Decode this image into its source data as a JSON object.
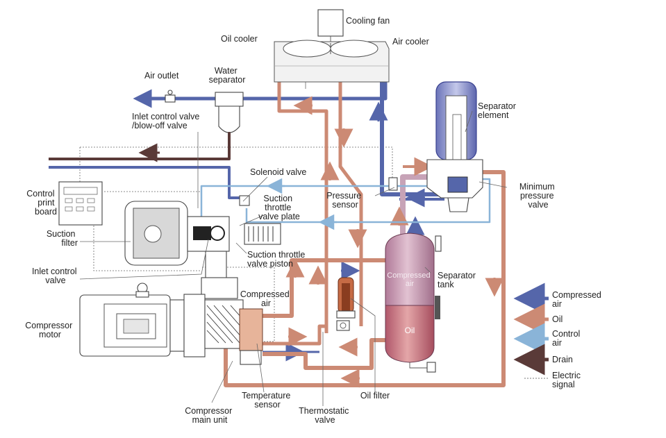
{
  "colors": {
    "compressed_air": "#5566aa",
    "oil": "#cc8a74",
    "control_air": "#8ab4d8",
    "drain": "#5a3a38",
    "electric": "#777777"
  },
  "labels": {
    "cooling_fan": "Cooling fan",
    "oil_cooler": "Oil cooler",
    "air_cooler": "Air cooler",
    "air_outlet": "Air outlet",
    "water_separator": [
      "Water",
      "separator"
    ],
    "inlet_control_blowoff": [
      "Inlet control valve",
      "/blow-off valve"
    ],
    "separator_element": [
      "Separator",
      "element"
    ],
    "solenoid_valve": "Solenoid valve",
    "control_print_board": [
      "Control",
      "print",
      "board"
    ],
    "suction_throttle_plate": [
      "Suction",
      "throttle",
      "valve plate"
    ],
    "pressure_sensor": [
      "Pressure",
      "sensor"
    ],
    "minimum_pressure_valve": [
      "Minimum",
      "pressure",
      "valve"
    ],
    "suction_filter": [
      "Suction",
      "filter"
    ],
    "suction_throttle_piston": [
      "Suction throttle",
      "valve piston"
    ],
    "inlet_control_valve": [
      "Inlet control",
      "valve"
    ],
    "separator_tank": [
      "Separator",
      "tank"
    ],
    "compressed_air_in_tank": [
      "Compressed",
      "air"
    ],
    "compressed_air_unit": [
      "Compressed",
      "air"
    ],
    "oil_in_tank": "Oil",
    "compressor_motor": [
      "Compressor",
      "motor"
    ],
    "temperature_sensor": [
      "Temperature",
      "sensor"
    ],
    "compressor_main_unit": [
      "Compressor",
      "main unit"
    ],
    "thermostatic_valve": [
      "Thermostatic",
      "valve"
    ],
    "oil_filter": "Oil filter"
  },
  "legend": [
    {
      "lines": [
        "Compressed",
        "air"
      ],
      "color": "#5566aa"
    },
    {
      "lines": [
        "Oil"
      ],
      "color": "#cc8a74"
    },
    {
      "lines": [
        "Control",
        "air"
      ],
      "color": "#8ab4d8"
    },
    {
      "lines": [
        "Drain"
      ],
      "color": "#5a3a38"
    },
    {
      "lines": [
        "Electric",
        "signal"
      ],
      "color": "#777777",
      "dotted": true
    }
  ]
}
